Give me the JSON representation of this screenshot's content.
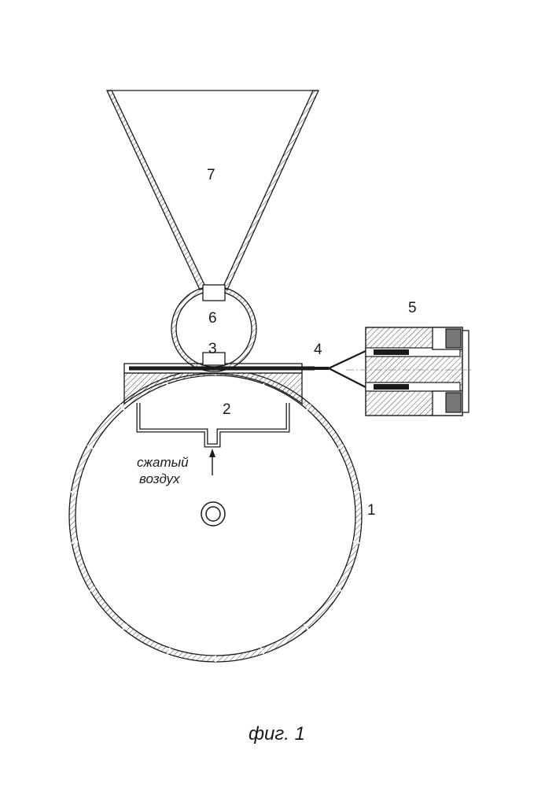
{
  "figure": {
    "caption": "фиг. 1",
    "labels": {
      "drum": "1",
      "air_chamber": "2",
      "gap": "3",
      "belt": "4",
      "holder": "5",
      "bulb": "6",
      "hopper": "7"
    },
    "air_text": {
      "line1": "сжатый",
      "line2": "воздух"
    },
    "colors": {
      "line": "#1a1a1a",
      "background": "#ffffff",
      "hatch": "#333333",
      "fill_dark": "#1a1a1a",
      "fill_gray": "#777777"
    }
  }
}
